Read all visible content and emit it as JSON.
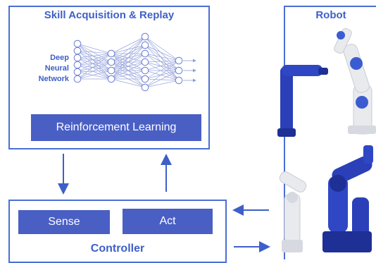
{
  "skill_box": {
    "title": "Skill Acquisition & Replay",
    "nn_label_lines": [
      "Deep",
      "Neural",
      "Network"
    ],
    "rl_label": "Reinforcement Learning"
  },
  "robot_box": {
    "title": "Robot"
  },
  "controller_box": {
    "title": "Controller",
    "sense_label": "Sense",
    "act_label": "Act"
  },
  "colors": {
    "accent": "#4a6fd4",
    "box_fill": "#4a5fc4",
    "title": "#3e5fc8",
    "robot_blue": "#2a3fb8",
    "robot_white": "#e8eaee"
  },
  "icons": [
    "neural-network-icon",
    "robot-arm-icon",
    "arrow-icon"
  ]
}
